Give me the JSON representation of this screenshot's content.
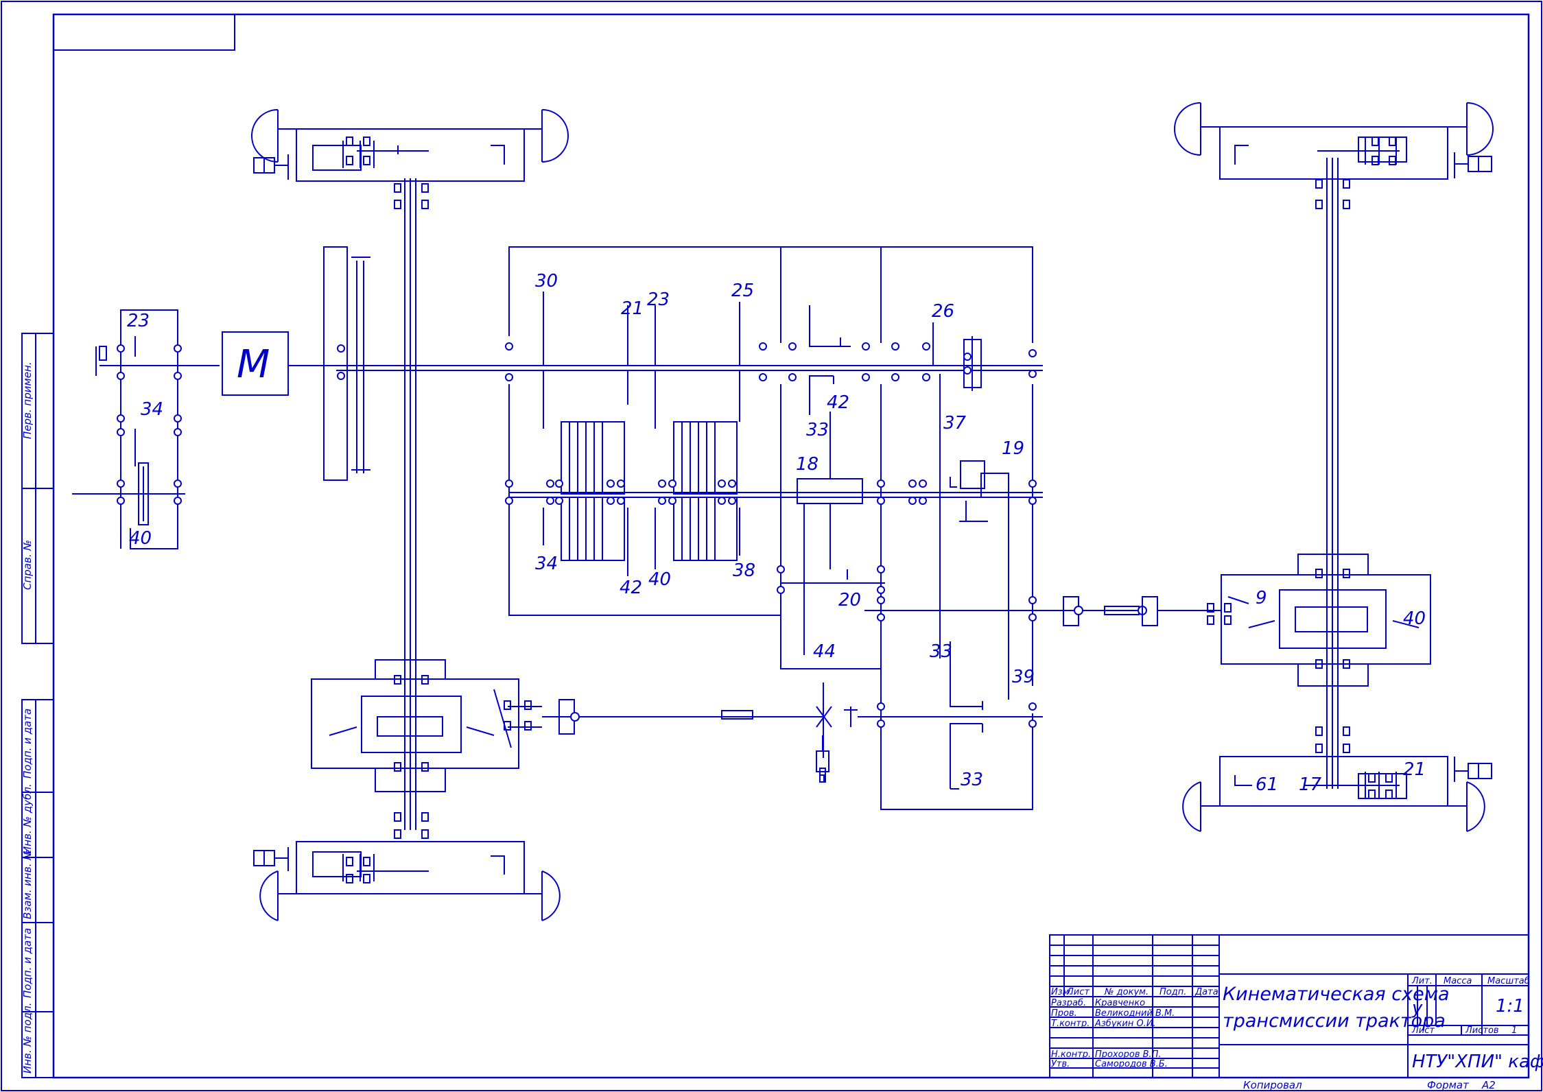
{
  "colors": {
    "line": "#0000cc",
    "paper": "#ffffff"
  },
  "motor": {
    "label": "М"
  },
  "gear_labels": [
    {
      "id": "g1",
      "text": "23"
    },
    {
      "id": "g2",
      "text": "34"
    },
    {
      "id": "g3",
      "text": "40"
    },
    {
      "id": "g4",
      "text": "30"
    },
    {
      "id": "g5",
      "text": "21"
    },
    {
      "id": "g6",
      "text": "23"
    },
    {
      "id": "g7",
      "text": "25"
    },
    {
      "id": "g8",
      "text": "26"
    },
    {
      "id": "g9",
      "text": "42"
    },
    {
      "id": "g10",
      "text": "33"
    },
    {
      "id": "g11",
      "text": "37"
    },
    {
      "id": "g12",
      "text": "18"
    },
    {
      "id": "g13",
      "text": "19"
    },
    {
      "id": "g14",
      "text": "34"
    },
    {
      "id": "g15",
      "text": "42"
    },
    {
      "id": "g16",
      "text": "40"
    },
    {
      "id": "g17",
      "text": "38"
    },
    {
      "id": "g18",
      "text": "20"
    },
    {
      "id": "g19",
      "text": "44"
    },
    {
      "id": "g20",
      "text": "33"
    },
    {
      "id": "g21",
      "text": "39"
    },
    {
      "id": "g22",
      "text": "33"
    },
    {
      "id": "g23",
      "text": "9"
    },
    {
      "id": "g24",
      "text": "40"
    },
    {
      "id": "g25",
      "text": "61"
    },
    {
      "id": "g26",
      "text": "17"
    },
    {
      "id": "g27",
      "text": "21"
    }
  ],
  "side_stamp": [
    "Перв. примен.",
    "Справ. №",
    "Подп. и дата",
    "Инв. № дубл.",
    "Взам. инв. №",
    "Подп. и дата",
    "Инв. № подл."
  ],
  "title_block": {
    "headers": [
      "Изм.",
      "Лист",
      "№ докум.",
      "Подп.",
      "Дата"
    ],
    "people": [
      {
        "role": "Разраб.",
        "name": "Кравченко"
      },
      {
        "role": "Пров.",
        "name": "Великодний В.М."
      },
      {
        "role": "Т.контр.",
        "name": "Азбукин О.И."
      },
      {
        "role": "Н.контр.",
        "name": "Прохоров В.П."
      },
      {
        "role": "Утв.",
        "name": "Самородов В.Б."
      }
    ],
    "title_line1": "Кинематическая схема",
    "title_line2": "трансмиссии трактора",
    "lit_label": "Лит.",
    "mass_label": "Масса",
    "scale_label": "Масштаб",
    "lit_value": "у",
    "scale_value": "1:1",
    "sheet_label": "Лист",
    "sheets_label": "Листов",
    "sheets_value": "1",
    "org": "НТУ\"ХПИ\" каф А иТ",
    "copied": "Копировал",
    "format_label": "Формат",
    "format_value": "А2"
  }
}
